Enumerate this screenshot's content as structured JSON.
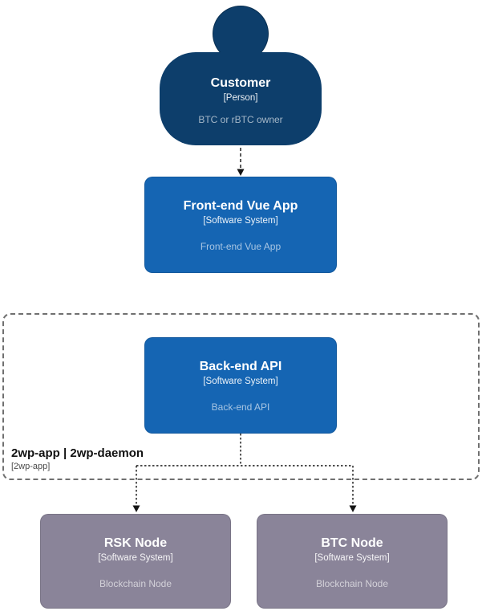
{
  "diagram": {
    "kind": "c4-context-diagram",
    "background": "#ffffff",
    "colors": {
      "person_fill": "#0d3e6b",
      "software_system_fill": "#1565b3",
      "blockchain_node_fill": "#8a8499",
      "boundary_border": "#707070",
      "connector": "#141414",
      "node_text": "#ffffff"
    },
    "nodes": {
      "customer": {
        "title": "Customer",
        "meta": "[Person]",
        "desc": "BTC or rBTC owner",
        "shape": "person"
      },
      "frontend": {
        "title": "Front-end Vue App",
        "meta": "[Software System]",
        "desc": "Front-end Vue App",
        "shape": "rounded-box"
      },
      "backend": {
        "title": "Back-end API",
        "meta": "[Software System]",
        "desc": "Back-end API",
        "shape": "rounded-box"
      },
      "rsk": {
        "title": "RSK Node",
        "meta": "[Software System]",
        "desc": "Blockchain Node",
        "shape": "rounded-box"
      },
      "btc": {
        "title": "BTC Node",
        "meta": "[Software System]",
        "desc": "Blockchain Node",
        "shape": "rounded-box"
      }
    },
    "boundary": {
      "title": "2wp-app | 2wp-daemon",
      "meta": "[2wp-app]"
    },
    "relationships": [
      {
        "from": "Customer",
        "to": "Front-end Vue App",
        "style": "dashed-arrow",
        "label": ""
      },
      {
        "from": "Back-end API",
        "to": "RSK Node",
        "style": "dashed-arrow",
        "label": ""
      },
      {
        "from": "Back-end API",
        "to": "BTC Node",
        "style": "dashed-arrow",
        "label": ""
      }
    ]
  }
}
